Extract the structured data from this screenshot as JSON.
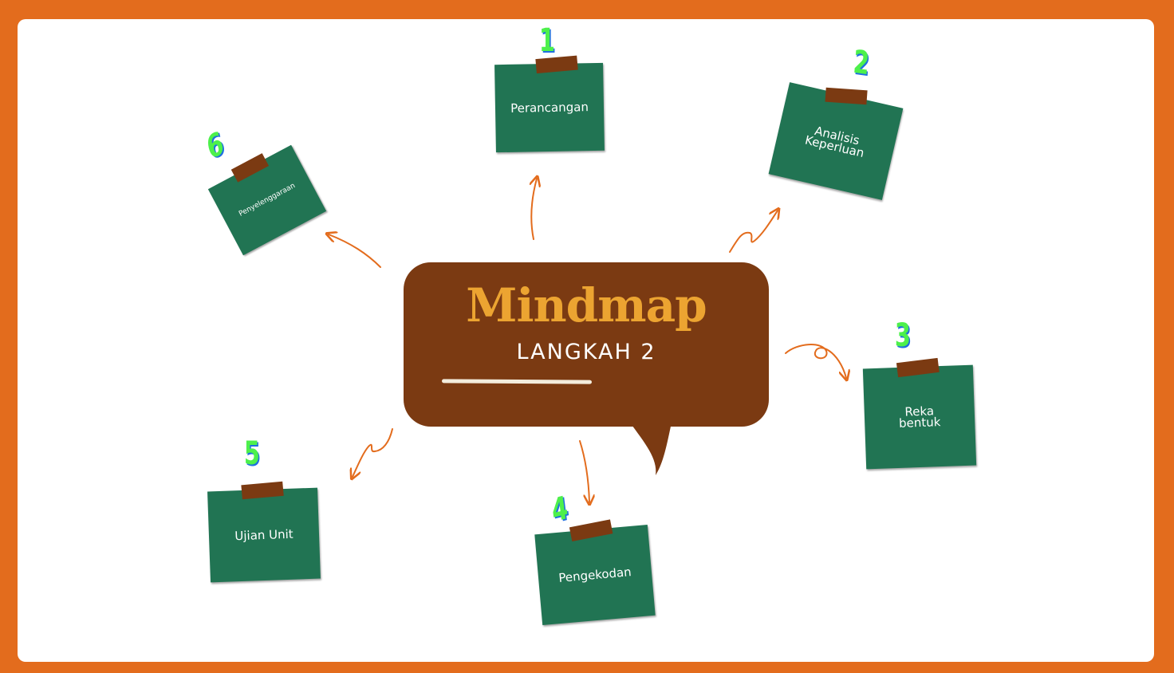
{
  "center": {
    "title": "Mindmap",
    "subtitle": "LANGKAH 2"
  },
  "steps": [
    {
      "number": "1",
      "label": "Perancangan"
    },
    {
      "number": "2",
      "label": "Analisis Keperluan"
    },
    {
      "number": "3",
      "label": "Reka bentuk"
    },
    {
      "number": "4",
      "label": "Pengekodan"
    },
    {
      "number": "5",
      "label": "Ujian Unit"
    },
    {
      "number": "6",
      "label": "Penyelenggaraan"
    }
  ],
  "colors": {
    "border": "#e36c1d",
    "bubble": "#7b3a12",
    "title": "#eca431",
    "note": "#217453",
    "tape": "#7b3a12",
    "number": "#4df04b",
    "arrow": "#e36c1d"
  }
}
